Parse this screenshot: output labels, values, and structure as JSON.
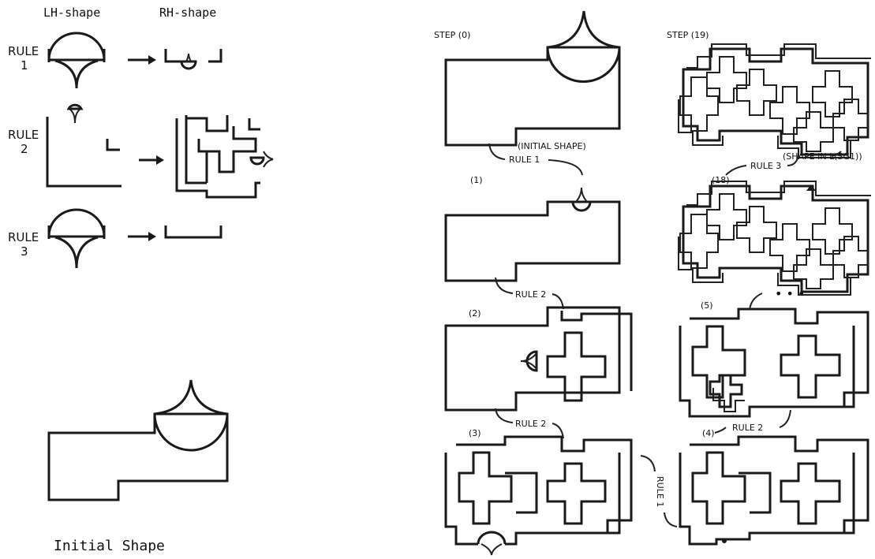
{
  "left_panel": {
    "headers": {
      "lh": "LH-shape",
      "rh": "RH-shape"
    },
    "rules": [
      {
        "line1": "RULE",
        "line2": "1"
      },
      {
        "line1": "RULE",
        "line2": "2"
      },
      {
        "line1": "RULE",
        "line2": "3"
      }
    ],
    "caption": "Initial Shape"
  },
  "right_panel": {
    "step_labels": {
      "step0": "STEP (0)",
      "step19": "STEP (19)",
      "s1": "(1)",
      "s2": "(2)",
      "s3": "(3)",
      "s4": "(4)",
      "s5": "(5)",
      "s18": "(18)"
    },
    "annotations": {
      "initial_shape": "(INITIAL SHAPE)",
      "shape_in_l": "(SHAPE IN L(SG1))",
      "rule1_a": "RULE 1",
      "rule2_a": "RULE 2",
      "rule2_b": "RULE 2",
      "rule2_c": "RULE  2",
      "rule3": "RULE 3",
      "rule1_b": "RULE 1",
      "ellipsis": "• • •"
    }
  }
}
